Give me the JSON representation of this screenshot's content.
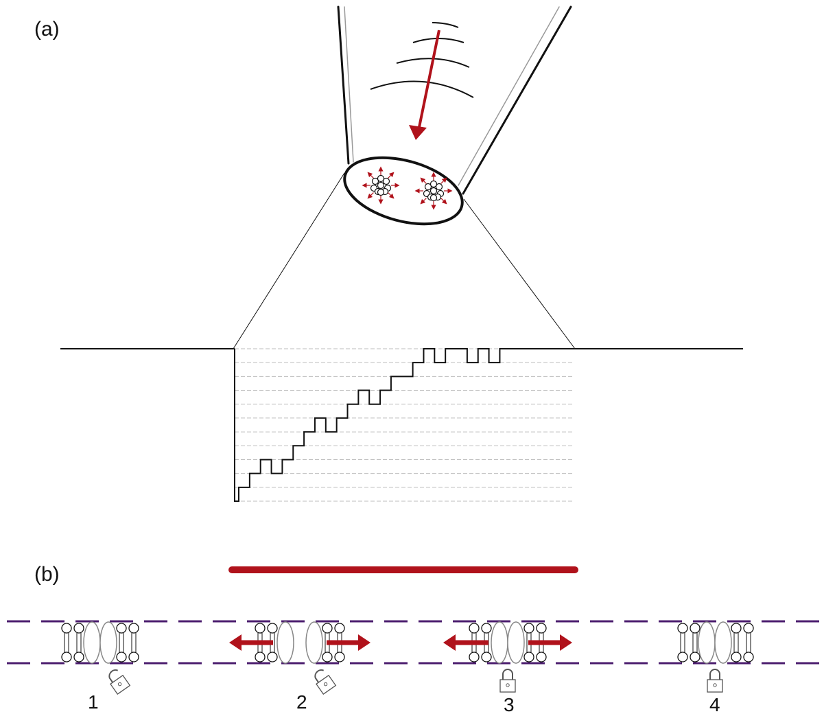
{
  "panels": {
    "a_label": "(a)",
    "b_label": "(b)"
  },
  "colors": {
    "accent_red": "#b0121b",
    "membrane": "#4b1d6e",
    "line": "#111111",
    "grid": "#bdbdbd",
    "protein_outline": "#888888"
  },
  "trace": {
    "levels": 11,
    "steps": [
      0,
      1,
      2,
      3,
      2,
      3,
      4,
      5,
      6,
      5,
      6,
      7,
      8,
      7,
      8,
      9,
      9,
      10,
      11,
      10,
      11,
      11,
      10,
      11,
      10,
      11,
      11
    ]
  },
  "steps": [
    {
      "label": "1",
      "state": "unlocked-closed"
    },
    {
      "label": "2",
      "state": "unlocked-separated"
    },
    {
      "label": "3",
      "state": "locked-separated"
    },
    {
      "label": "4",
      "state": "locked-closed"
    }
  ],
  "icons": {
    "pipette": "pipette-icon",
    "sound_wave": "sound-wave-icon",
    "lock_open": "lock-open-icon",
    "lock_closed": "lock-closed-icon",
    "arrow": "arrow-icon"
  }
}
